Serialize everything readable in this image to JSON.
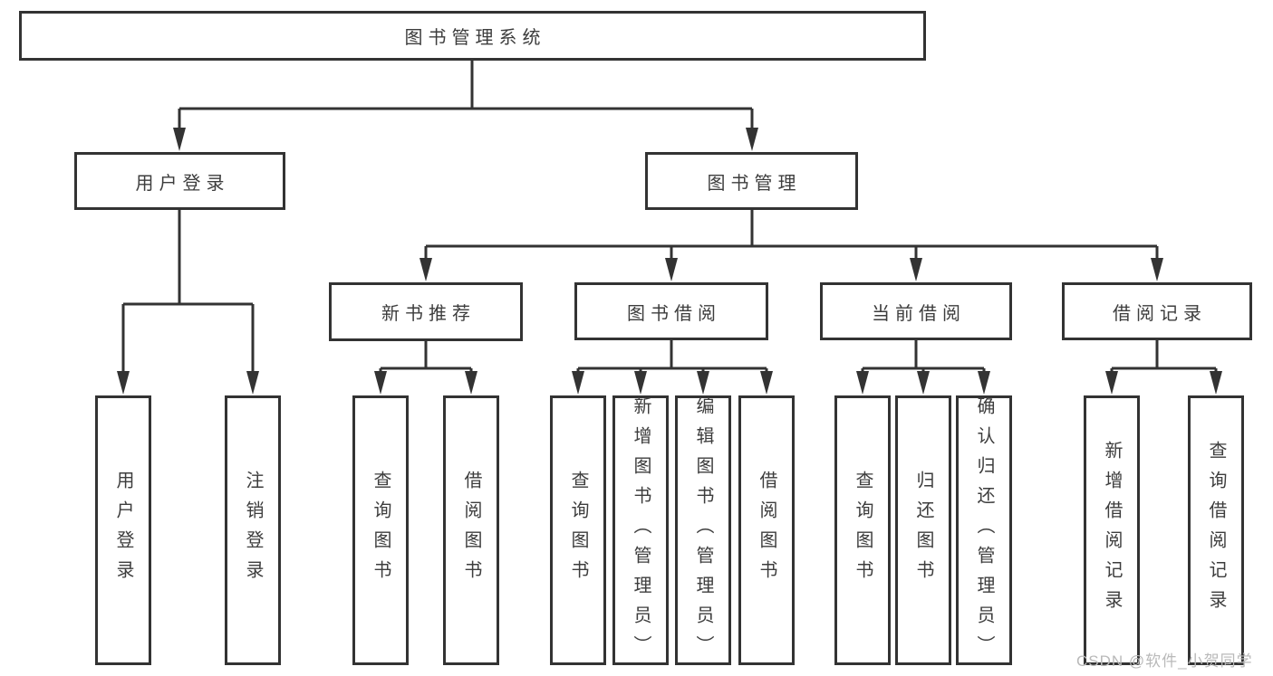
{
  "colors": {
    "line": "#333333",
    "box_border": "#333333",
    "box_fill": "#ffffff",
    "text": "#3d3d3d",
    "background": "#ffffff",
    "watermark": "#b9b9b9"
  },
  "diagram": {
    "type": "tree",
    "root": {
      "label": "图书管理系统"
    },
    "level2": [
      {
        "label": "用户登录",
        "children": [
          "用户登录",
          "注销登录"
        ]
      },
      {
        "label": "图书管理",
        "children": [
          "新书推荐",
          "图书借阅",
          "当前借阅",
          "借阅记录"
        ]
      }
    ],
    "level3": [
      {
        "label": "新书推荐",
        "children": [
          "查询图书",
          "借阅图书"
        ]
      },
      {
        "label": "图书借阅",
        "children": [
          "查询图书",
          "新增图书（管理员）",
          "编辑图书（管理员）",
          "借阅图书"
        ]
      },
      {
        "label": "当前借阅",
        "children": [
          "查询图书",
          "归还图书",
          "确认归还（管理员）"
        ]
      },
      {
        "label": "借阅记录",
        "children": [
          "新增借阅记录",
          "查询借阅记录"
        ]
      }
    ]
  },
  "watermark": {
    "text": "CSDN @软件_小贺同学"
  }
}
